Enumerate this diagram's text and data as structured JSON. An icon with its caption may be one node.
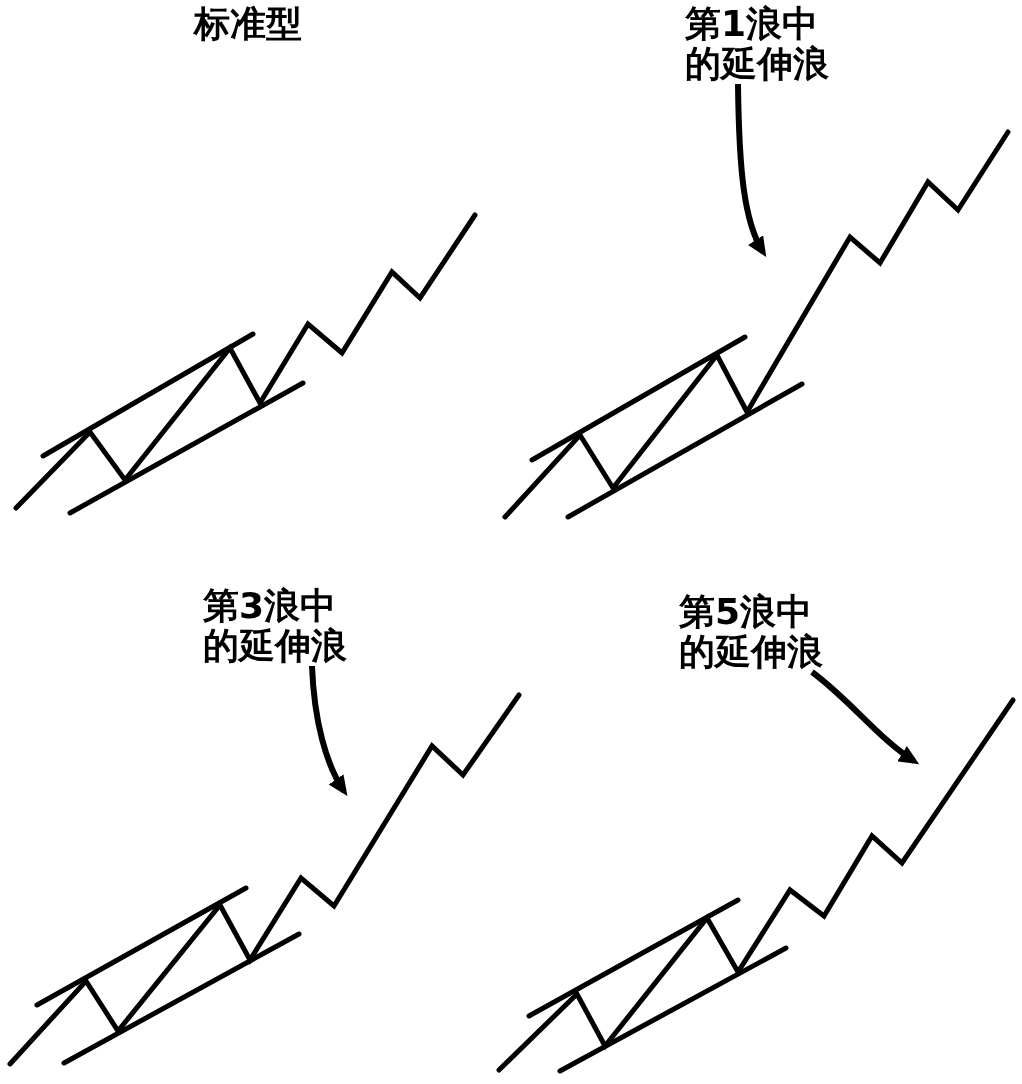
{
  "diagram": {
    "nodes": [
      {
        "text": [
          "第1浪中的延伸浪"
        ]
      },
      {
        "text": [
          "第3浪中的延伸浪"
        ]
      },
      {
        "text": [
          "第5浪中的延伸浪"
        ]
      }
    ],
    "edges": [
      {
        "from": 0,
        "to": null,
        "arrow": "to"
      },
      {
        "from": 1,
        "to": null,
        "arrow": "to"
      },
      {
        "from": 2,
        "to": null,
        "arrow": "to"
      }
    ],
    "labels": [
      "标准型"
    ]
  }
}
